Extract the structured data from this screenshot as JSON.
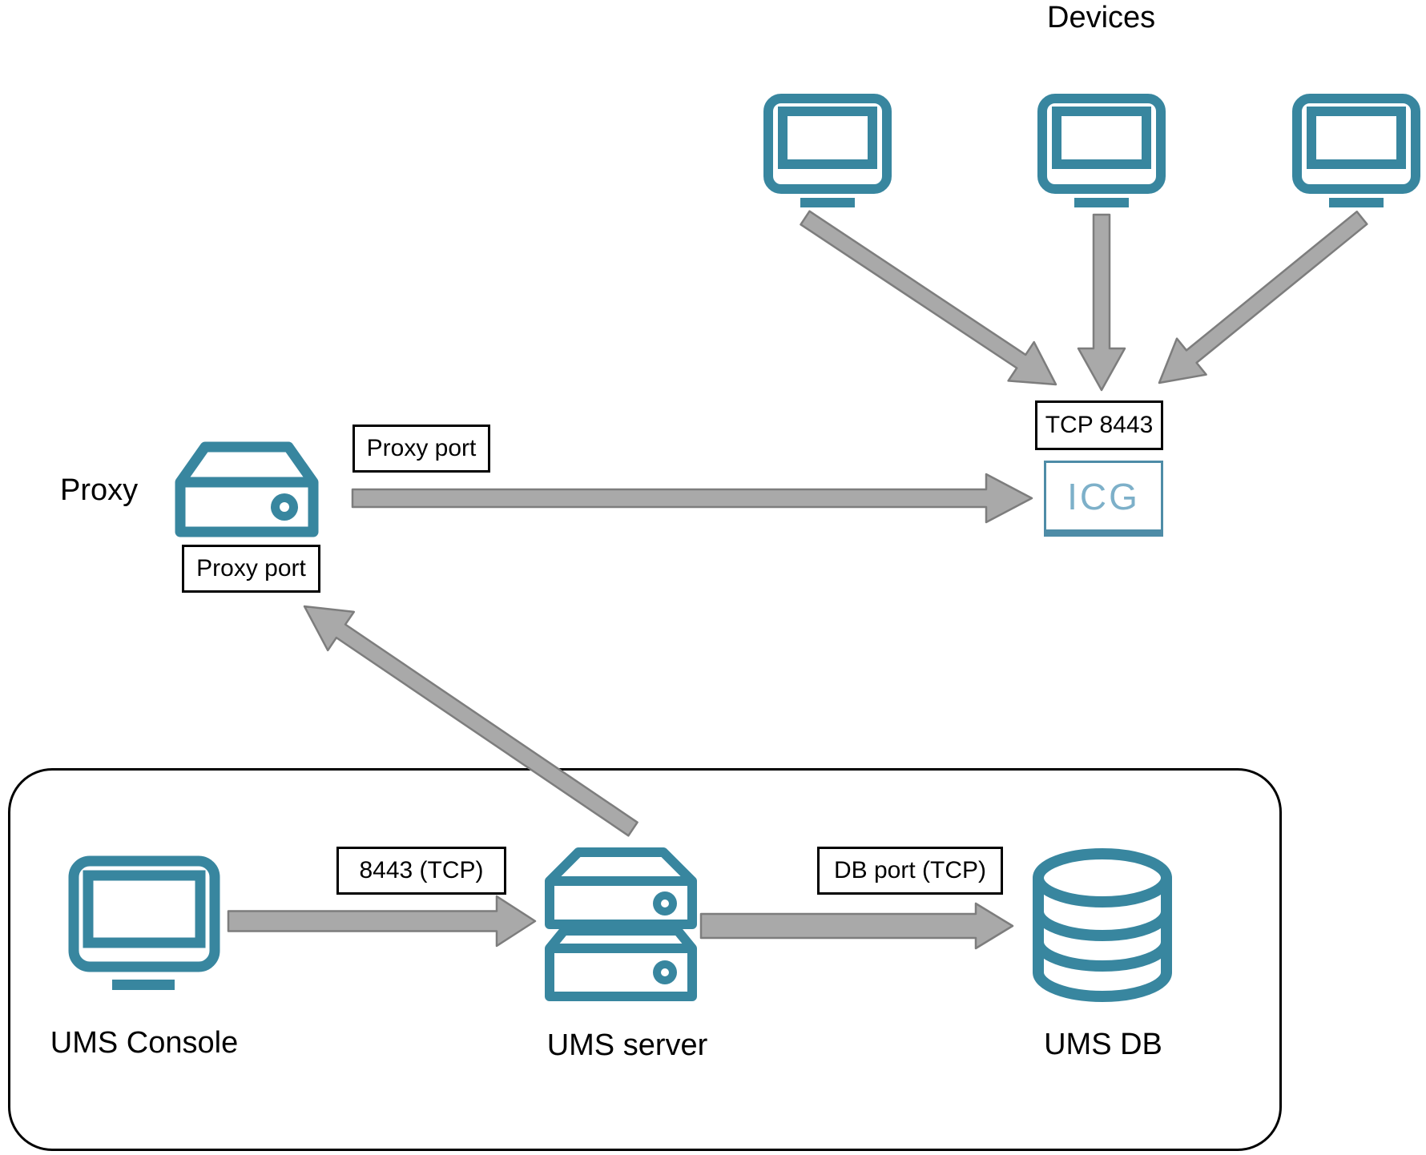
{
  "colors": {
    "teal": "#38869f",
    "icg_border": "#4e8ca7",
    "icg_text": "#7db0c9",
    "arrow_fill": "#a9a9a9",
    "arrow_stroke": "#7d7d7d",
    "box_border": "#000000",
    "label_text": "#000000"
  },
  "nodes": {
    "devices_label": "Devices",
    "proxy_label": "Proxy",
    "icg_label": "ICG",
    "ums_console_label": "UMS Console",
    "ums_server_label": "UMS server",
    "ums_db_label": "UMS DB"
  },
  "port_labels": {
    "tcp_8443": "TCP 8443",
    "proxy_port_to_icg": "Proxy port",
    "proxy_port_from_ums": "Proxy port",
    "console_to_server": "8443 (TCP)",
    "server_to_db": "DB port (TCP)"
  },
  "icons": {
    "device_1": "monitor-icon",
    "device_2": "monitor-icon",
    "device_3": "monitor-icon",
    "proxy": "proxy-server-icon",
    "ums_console": "monitor-icon",
    "ums_server": "server-stack-icon",
    "ums_db": "database-icon"
  }
}
